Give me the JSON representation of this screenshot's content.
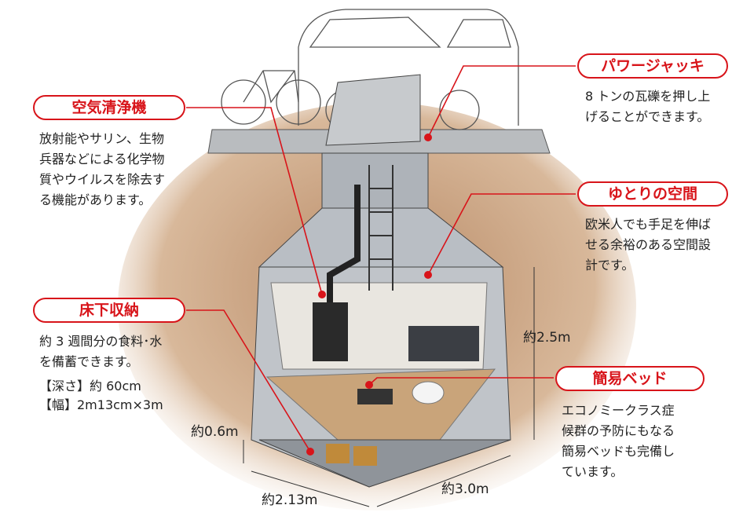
{
  "callouts": {
    "air_purifier": {
      "title": "空気清浄機",
      "lines": [
        "放射能やサリン、生物",
        "兵器などによる化学物",
        "質やウイルスを除去す",
        "る機能があります。"
      ]
    },
    "underfloor_storage": {
      "title": "床下収納",
      "lines": [
        "約 3 週間分の食料･水",
        "を備蓄できます。"
      ],
      "specs": [
        "【深さ】約 60cm",
        "【幅】2m13cm×3m"
      ]
    },
    "power_jack": {
      "title": "パワージャッキ",
      "lines": [
        "8 トンの瓦礫を押し上",
        "げることができます。"
      ]
    },
    "spacious_room": {
      "title": "ゆとりの空間",
      "lines": [
        "欧米人でも手足を伸ば",
        "せる余裕のある空間設",
        "計です。"
      ]
    },
    "simple_bed": {
      "title": "簡易ベッド",
      "lines": [
        "エコノミークラス症",
        "候群の予防にもなる",
        "簡易ベッドも完備し",
        "ています。"
      ]
    }
  },
  "dimensions": {
    "height": "約2.5m",
    "storage_depth": "約0.6m",
    "width": "約2.13m",
    "length": "約3.0m"
  },
  "colors": {
    "accent": "#d8141a",
    "soil": "#c9a27e",
    "concrete": "#a9aeb5"
  }
}
